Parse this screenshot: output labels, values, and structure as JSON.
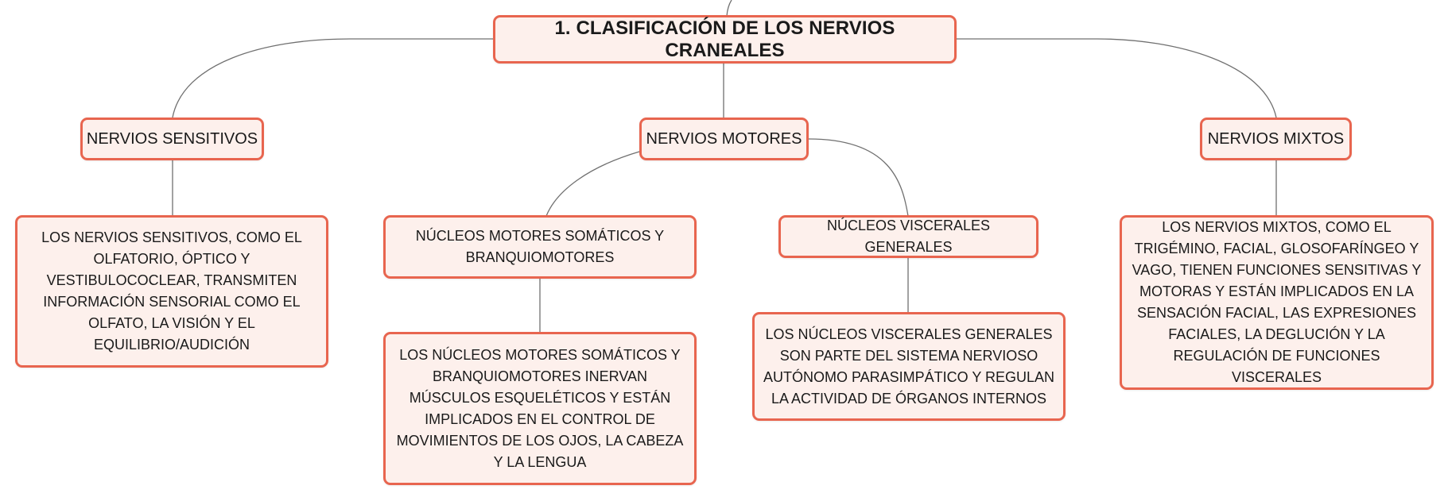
{
  "root": {
    "title": "1. CLASIFICACIÓN DE LOS NERVIOS CRANEALES"
  },
  "sensitivos": {
    "title": "NERVIOS SENSITIVOS",
    "description": "LOS NERVIOS SENSITIVOS, COMO EL OLFATORIO, ÓPTICO Y VESTIBULOCOCLEAR, TRANSMITEN INFORMACIÓN SENSORIAL COMO EL OLFATO, LA VISIÓN Y EL EQUILIBRIO/AUDICIÓN"
  },
  "motores": {
    "title": "NERVIOS MOTORES",
    "somaticos": {
      "title": "NÚCLEOS MOTORES SOMÁTICOS Y BRANQUIOMOTORES",
      "description": "LOS NÚCLEOS MOTORES SOMÁTICOS Y BRANQUIOMOTORES INERVAN MÚSCULOS ESQUELÉTICOS Y ESTÁN IMPLICADOS EN EL CONTROL DE MOVIMIENTOS DE LOS OJOS, LA CABEZA Y LA LENGUA"
    },
    "viscerales": {
      "title": "NÚCLEOS VISCERALES GENERALES",
      "description": "LOS NÚCLEOS VISCERALES GENERALES SON PARTE DEL SISTEMA NERVIOSO AUTÓNOMO PARASIMPÁTICO Y REGULAN LA ACTIVIDAD DE ÓRGANOS INTERNOS"
    }
  },
  "mixtos": {
    "title": "NERVIOS MIXTOS",
    "description": "LOS NERVIOS MIXTOS, COMO EL TRIGÉMINO, FACIAL, GLOSOFARÍNGEO Y VAGO, TIENEN FUNCIONES SENSITIVAS Y MOTORAS Y ESTÁN IMPLICADOS EN LA SENSACIÓN FACIAL, LAS EXPRESIONES FACIALES, LA DEGLUCIÓN Y LA REGULACIÓN DE FUNCIONES VISCERALES"
  }
}
